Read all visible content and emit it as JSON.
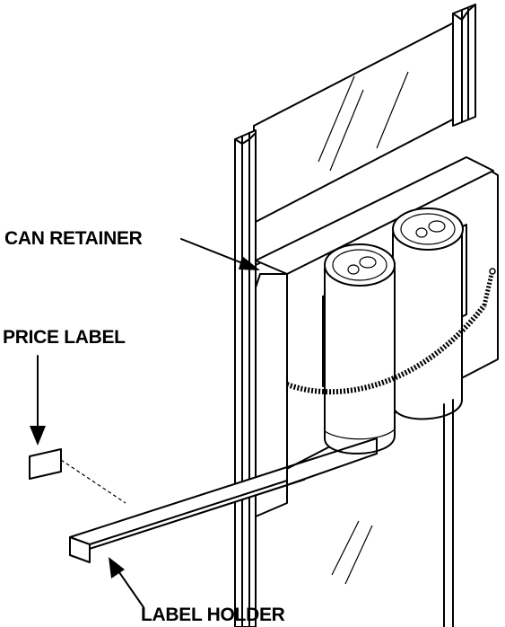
{
  "labels": {
    "can_retainer": "CAN RETAINER",
    "price_label": "PRICE LABEL",
    "label_holder": "LABEL HOLDER"
  },
  "colors": {
    "ink": "#000000",
    "background": "#ffffff"
  }
}
